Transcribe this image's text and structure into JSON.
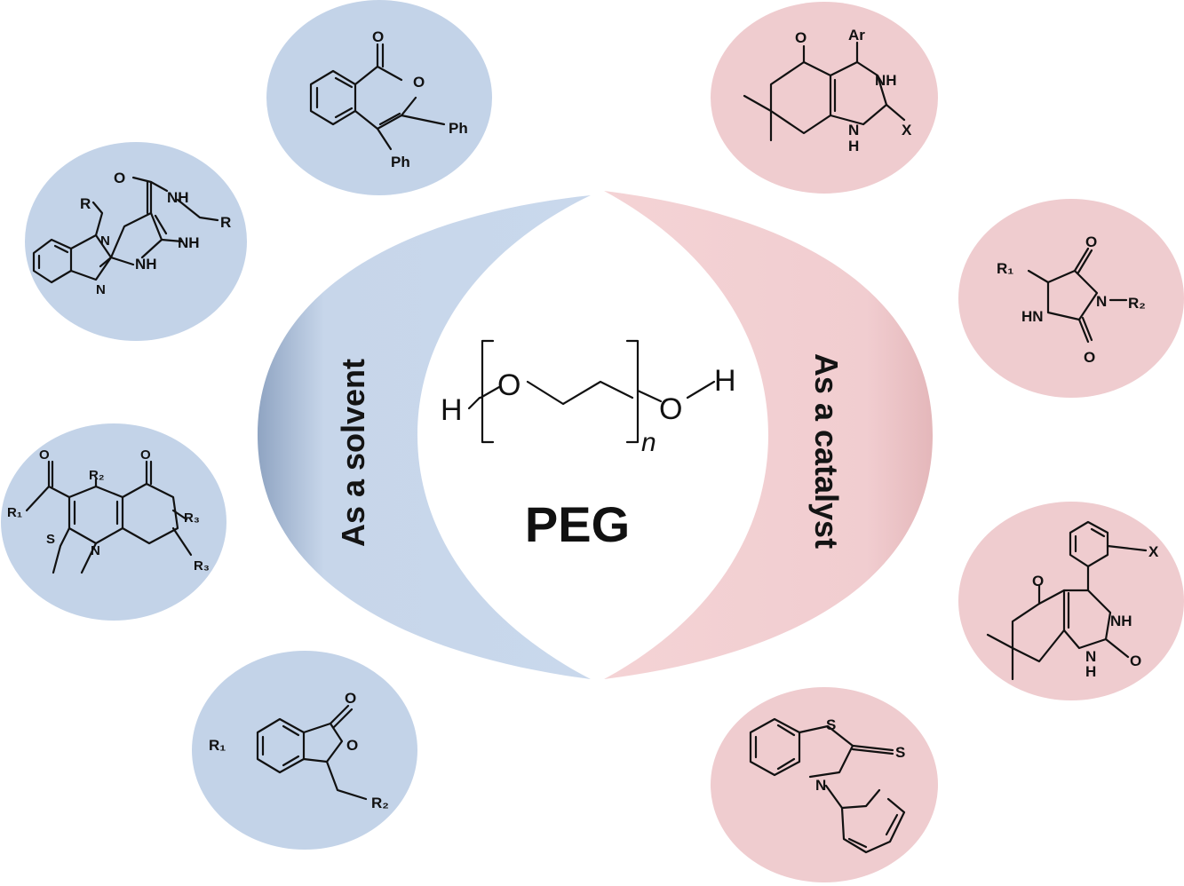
{
  "center": {
    "label": "PEG",
    "formula": {
      "h_left": "H",
      "o1": "O",
      "o2": "O",
      "h_right": "H",
      "subscript": "n"
    }
  },
  "roles": {
    "solvent": "As a solvent",
    "catalyst": "As a catalyst"
  },
  "colors": {
    "solvent_fill": "#c7d6ea",
    "catalyst_fill": "#f1cfd1",
    "solvent_circle": "#c3d3e8",
    "catalyst_circle": "#efcccf",
    "ink": "#111111"
  },
  "molecules": {
    "solvent": {
      "isocoumarin": {
        "o_carbonyl": "O",
        "o_ring": "O",
        "ph1": "Ph",
        "ph2": "Ph"
      },
      "benzimidazole": {
        "o": "O",
        "nh1": "NH",
        "r1": "R",
        "r2": "R",
        "n1": "N",
        "nh2": "NH",
        "n2": "N",
        "nh3": "NH"
      },
      "acridine": {
        "o1": "O",
        "r2": "R₂",
        "o2": "O",
        "r1": "R₁",
        "r3a": "R₃",
        "s": "S",
        "n": "N",
        "r3b": "R₃"
      },
      "phthalide": {
        "o1": "O",
        "o2": "O",
        "r1": "R₁",
        "r2": "R₂"
      }
    },
    "catalyst": {
      "quinazolinone": {
        "o": "O",
        "ar": "Ar",
        "nh1": "NH",
        "nh2": "H",
        "n": "N",
        "x": "X"
      },
      "hydantoin": {
        "o1": "O",
        "r1": "R₁",
        "n": "N",
        "r2": "R₂",
        "hn": "HN",
        "o2": "O"
      },
      "quinazolinedione": {
        "x": "X",
        "o1": "O",
        "nh": "NH",
        "n": "N",
        "h": "H",
        "o2": "O"
      },
      "benzothiazole": {
        "s1": "S",
        "s2": "S",
        "n": "N"
      }
    }
  }
}
